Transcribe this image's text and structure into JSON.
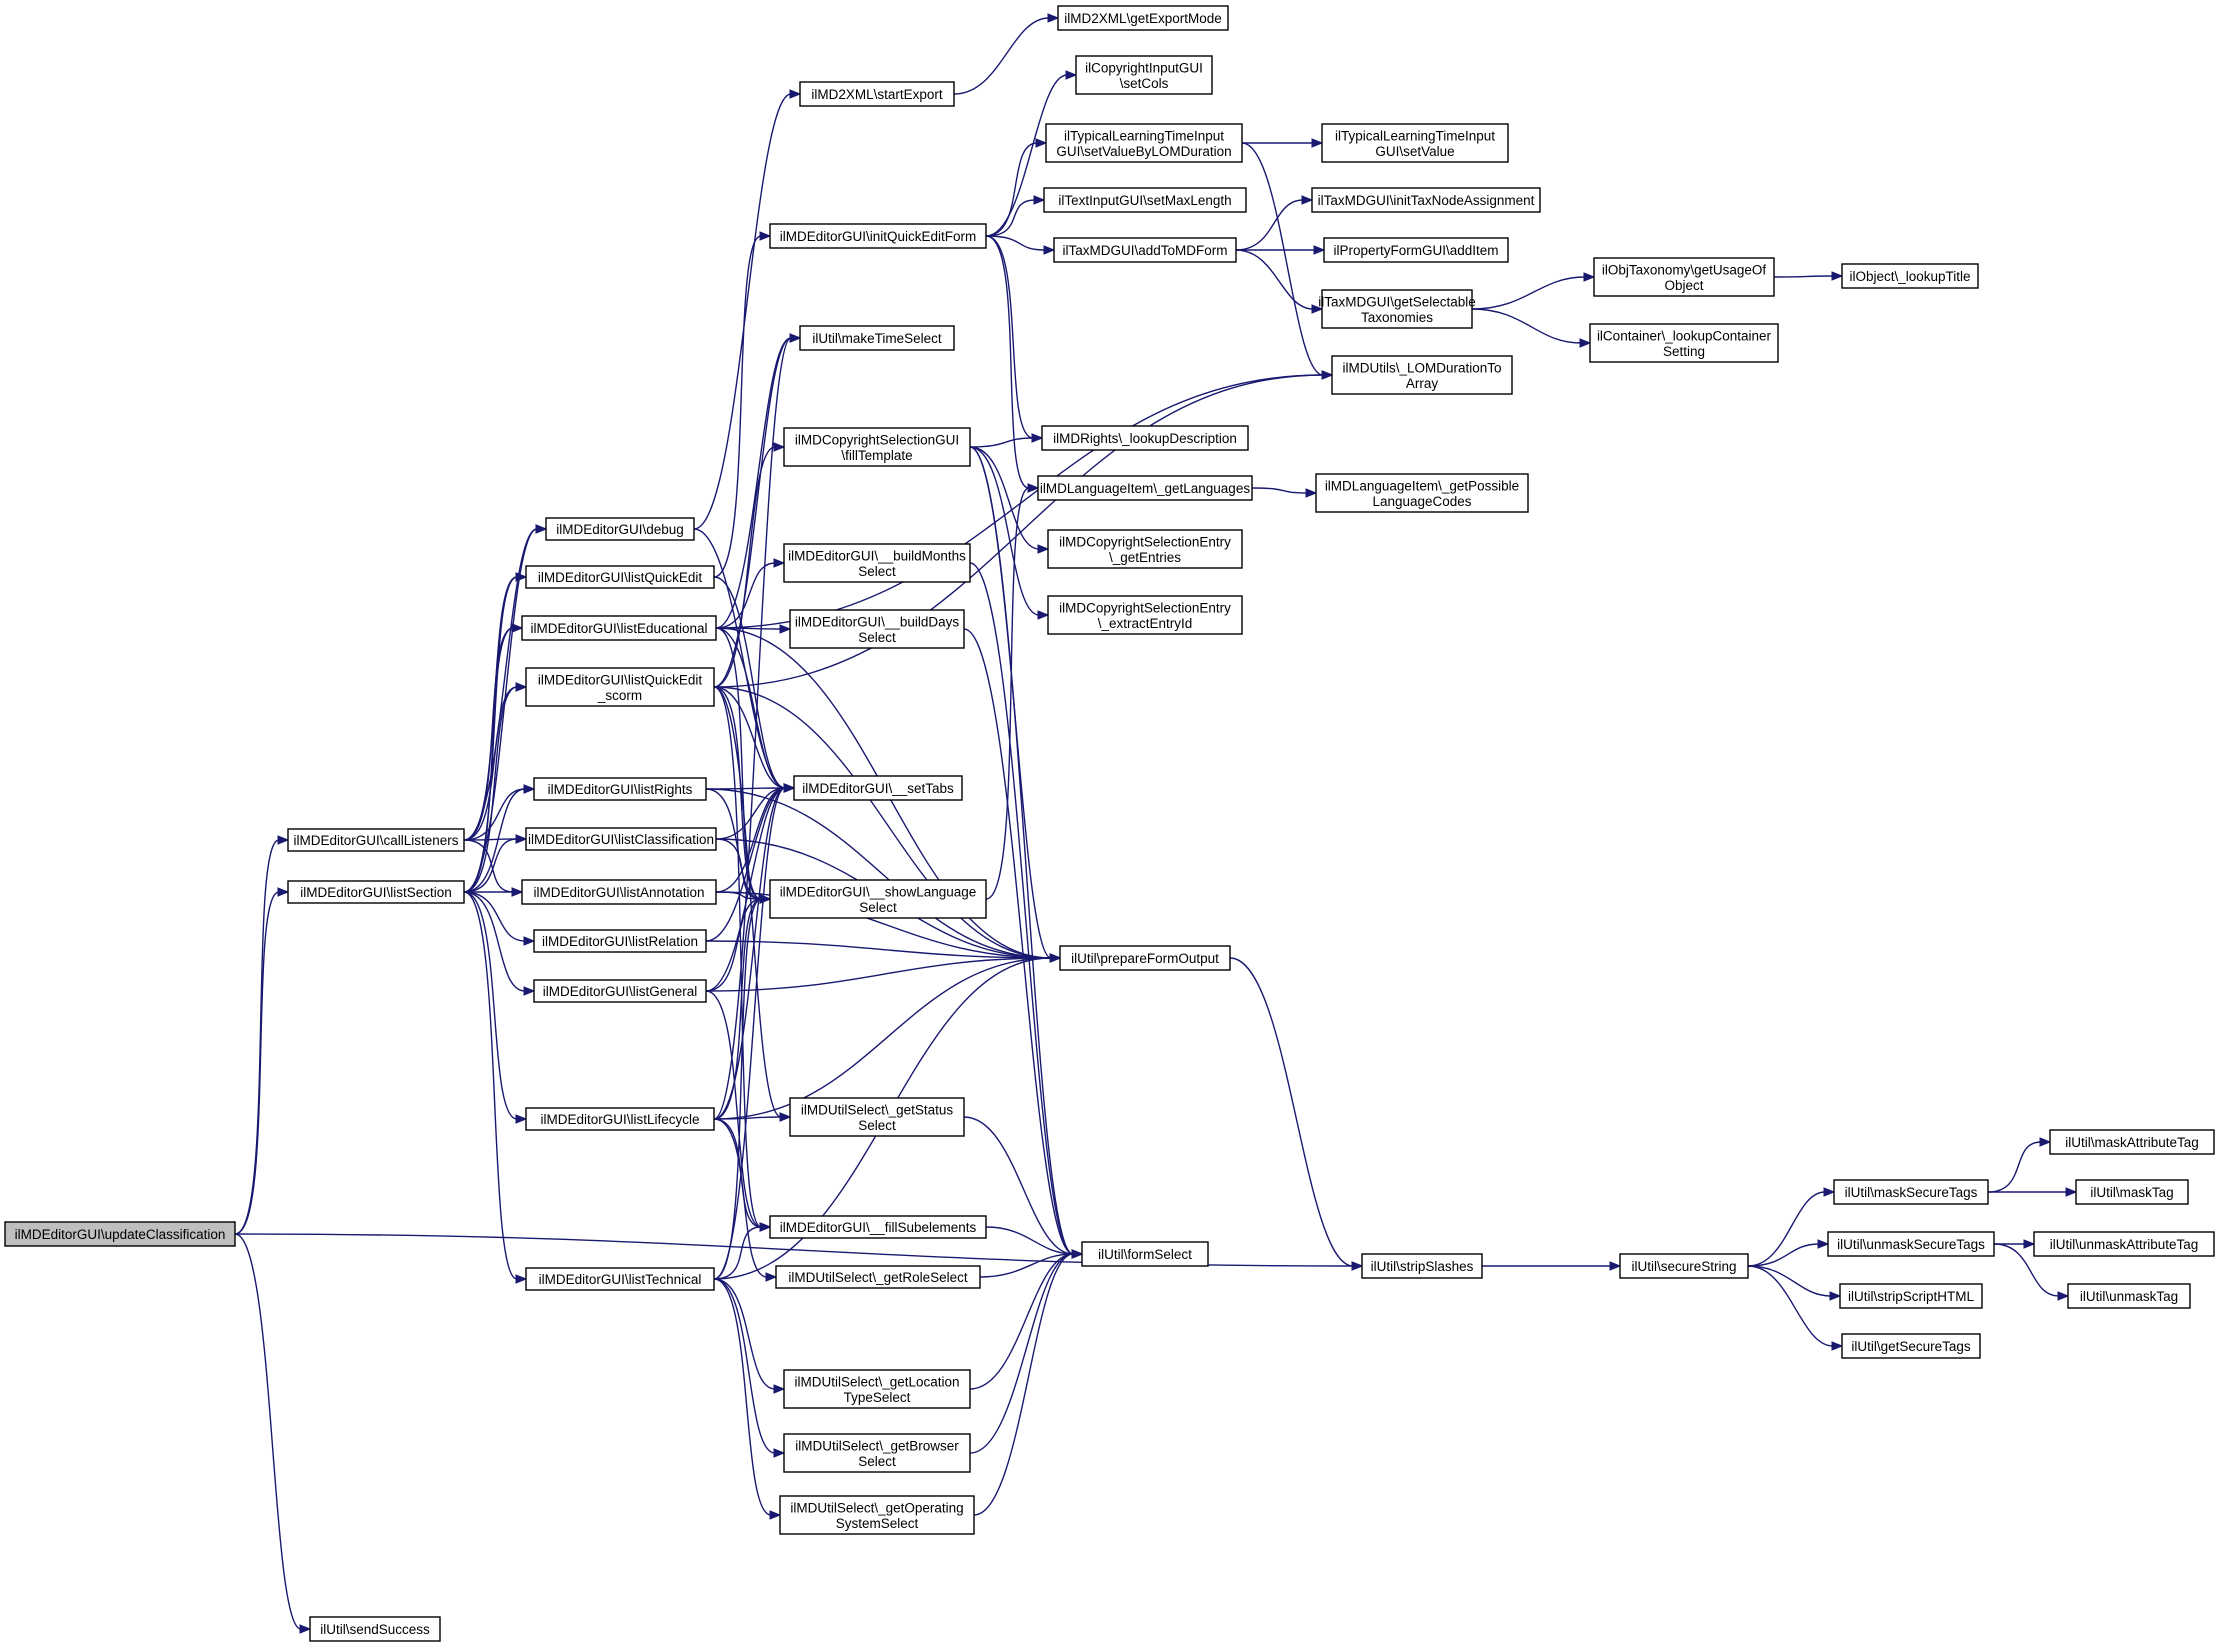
{
  "colors": {
    "edge": "#191970",
    "root_fill": "#bfbfbf",
    "node_fill": "#ffffff",
    "node_border": "#000000"
  },
  "nodes": {
    "updateClassification": {
      "lines": [
        "ilMDEditorGUI\\updateClassification"
      ],
      "root": true
    },
    "callListeners": {
      "lines": [
        "ilMDEditorGUI\\callListeners"
      ]
    },
    "listSection": {
      "lines": [
        "ilMDEditorGUI\\listSection"
      ]
    },
    "sendSuccess": {
      "lines": [
        "ilUtil\\sendSuccess"
      ]
    },
    "debug": {
      "lines": [
        "ilMDEditorGUI\\debug"
      ]
    },
    "listQuickEdit": {
      "lines": [
        "ilMDEditorGUI\\listQuickEdit"
      ]
    },
    "listEducational": {
      "lines": [
        "ilMDEditorGUI\\listEducational"
      ]
    },
    "listQuickEditScorm": {
      "lines": [
        "ilMDEditorGUI\\listQuickEdit",
        "_scorm"
      ]
    },
    "listRights": {
      "lines": [
        "ilMDEditorGUI\\listRights"
      ]
    },
    "listClassification": {
      "lines": [
        "ilMDEditorGUI\\listClassification"
      ]
    },
    "listAnnotation": {
      "lines": [
        "ilMDEditorGUI\\listAnnotation"
      ]
    },
    "listRelation": {
      "lines": [
        "ilMDEditorGUI\\listRelation"
      ]
    },
    "listGeneral": {
      "lines": [
        "ilMDEditorGUI\\listGeneral"
      ]
    },
    "listLifecycle": {
      "lines": [
        "ilMDEditorGUI\\listLifecycle"
      ]
    },
    "listTechnical": {
      "lines": [
        "ilMDEditorGUI\\listTechnical"
      ]
    },
    "startExport": {
      "lines": [
        "ilMD2XML\\startExport"
      ]
    },
    "initQuickEditForm": {
      "lines": [
        "ilMDEditorGUI\\initQuickEditForm"
      ]
    },
    "makeTimeSelect": {
      "lines": [
        "ilUtil\\makeTimeSelect"
      ]
    },
    "fillTemplate": {
      "lines": [
        "ilMDCopyrightSelectionGUI",
        "\\fillTemplate"
      ]
    },
    "buildMonthsSelect": {
      "lines": [
        "ilMDEditorGUI\\__buildMonths",
        "Select"
      ]
    },
    "buildDaysSelect": {
      "lines": [
        "ilMDEditorGUI\\__buildDays",
        "Select"
      ]
    },
    "setTabs": {
      "lines": [
        "ilMDEditorGUI\\__setTabs"
      ]
    },
    "showLanguageSelect": {
      "lines": [
        "ilMDEditorGUI\\__showLanguage",
        "Select"
      ]
    },
    "getStatusSelect": {
      "lines": [
        "ilMDUtilSelect\\_getStatus",
        "Select"
      ]
    },
    "fillSubelements": {
      "lines": [
        "ilMDEditorGUI\\__fillSubelements"
      ]
    },
    "getRoleSelect": {
      "lines": [
        "ilMDUtilSelect\\_getRoleSelect"
      ]
    },
    "getLocationTypeSelect": {
      "lines": [
        "ilMDUtilSelect\\_getLocation",
        "TypeSelect"
      ]
    },
    "getBrowserSelect": {
      "lines": [
        "ilMDUtilSelect\\_getBrowser",
        "Select"
      ]
    },
    "getOperatingSystemSelect": {
      "lines": [
        "ilMDUtilSelect\\_getOperating",
        "SystemSelect"
      ]
    },
    "getExportMode": {
      "lines": [
        "ilMD2XML\\getExportMode"
      ]
    },
    "setCols": {
      "lines": [
        "ilCopyrightInputGUI",
        "\\setCols"
      ]
    },
    "setValueByLOMDuration": {
      "lines": [
        "ilTypicalLearningTimeInput",
        "GUI\\setValueByLOMDuration"
      ]
    },
    "setMaxLength": {
      "lines": [
        "ilTextInputGUI\\setMaxLength"
      ]
    },
    "addToMDForm": {
      "lines": [
        "ilTaxMDGUI\\addToMDForm"
      ]
    },
    "lookupDescription": {
      "lines": [
        "ilMDRights\\_lookupDescription"
      ]
    },
    "getLanguages": {
      "lines": [
        "ilMDLanguageItem\\_getLanguages"
      ]
    },
    "getEntries": {
      "lines": [
        "ilMDCopyrightSelectionEntry",
        "\\_getEntries"
      ]
    },
    "extractEntryId": {
      "lines": [
        "ilMDCopyrightSelectionEntry",
        "\\_extractEntryId"
      ]
    },
    "prepareFormOutput": {
      "lines": [
        "ilUtil\\prepareFormOutput"
      ]
    },
    "formSelect": {
      "lines": [
        "ilUtil\\formSelect"
      ]
    },
    "setValue": {
      "lines": [
        "ilTypicalLearningTimeInput",
        "GUI\\setValue"
      ]
    },
    "initTaxNodeAssignment": {
      "lines": [
        "ilTaxMDGUI\\initTaxNodeAssignment"
      ]
    },
    "addItem": {
      "lines": [
        "ilPropertyFormGUI\\addItem"
      ]
    },
    "getSelectableTaxonomies": {
      "lines": [
        "ilTaxMDGUI\\getSelectable",
        "Taxonomies"
      ]
    },
    "LOMDurationToArray": {
      "lines": [
        "ilMDUtils\\_LOMDurationTo",
        "Array"
      ]
    },
    "getPossibleLanguageCodes": {
      "lines": [
        "ilMDLanguageItem\\_getPossible",
        "LanguageCodes"
      ]
    },
    "stripSlashes": {
      "lines": [
        "ilUtil\\stripSlashes"
      ]
    },
    "getUsageOfObject": {
      "lines": [
        "ilObjTaxonomy\\getUsageOf",
        "Object"
      ]
    },
    "lookupContainerSetting": {
      "lines": [
        "ilContainer\\_lookupContainer",
        "Setting"
      ]
    },
    "lookupTitle": {
      "lines": [
        "ilObject\\_lookupTitle"
      ]
    },
    "secureString": {
      "lines": [
        "ilUtil\\secureString"
      ]
    },
    "maskSecureTags": {
      "lines": [
        "ilUtil\\maskSecureTags"
      ]
    },
    "unmaskSecureTags": {
      "lines": [
        "ilUtil\\unmaskSecureTags"
      ]
    },
    "stripScriptHTML": {
      "lines": [
        "ilUtil\\stripScriptHTML"
      ]
    },
    "getSecureTags": {
      "lines": [
        "ilUtil\\getSecureTags"
      ]
    },
    "maskAttributeTag": {
      "lines": [
        "ilUtil\\maskAttributeTag"
      ]
    },
    "maskTag": {
      "lines": [
        "ilUtil\\maskTag"
      ]
    },
    "unmaskAttributeTag": {
      "lines": [
        "ilUtil\\unmaskAttributeTag"
      ]
    },
    "unmaskTag": {
      "lines": [
        "ilUtil\\unmaskTag"
      ]
    }
  },
  "edges": [
    [
      "updateClassification",
      "callListeners"
    ],
    [
      "updateClassification",
      "listSection"
    ],
    [
      "updateClassification",
      "sendSuccess"
    ],
    [
      "updateClassification",
      "stripSlashes"
    ],
    [
      "callListeners",
      "debug"
    ],
    [
      "callListeners",
      "listQuickEdit"
    ],
    [
      "callListeners",
      "listEducational"
    ],
    [
      "callListeners",
      "listQuickEditScorm"
    ],
    [
      "callListeners",
      "listRights"
    ],
    [
      "callListeners",
      "listClassification"
    ],
    [
      "callListeners",
      "listAnnotation"
    ],
    [
      "listSection",
      "debug"
    ],
    [
      "listSection",
      "listQuickEdit"
    ],
    [
      "listSection",
      "listEducational"
    ],
    [
      "listSection",
      "listQuickEditScorm"
    ],
    [
      "listSection",
      "listRights"
    ],
    [
      "listSection",
      "listClassification"
    ],
    [
      "listSection",
      "listAnnotation"
    ],
    [
      "listSection",
      "listRelation"
    ],
    [
      "listSection",
      "listGeneral"
    ],
    [
      "listSection",
      "listLifecycle"
    ],
    [
      "listSection",
      "listTechnical"
    ],
    [
      "debug",
      "startExport"
    ],
    [
      "debug",
      "setTabs"
    ],
    [
      "listQuickEdit",
      "initQuickEditForm"
    ],
    [
      "listQuickEdit",
      "setTabs"
    ],
    [
      "listEducational",
      "makeTimeSelect"
    ],
    [
      "listEducational",
      "buildMonthsSelect"
    ],
    [
      "listEducational",
      "buildDaysSelect"
    ],
    [
      "listEducational",
      "setTabs"
    ],
    [
      "listEducational",
      "showLanguageSelect"
    ],
    [
      "listEducational",
      "LOMDurationToArray"
    ],
    [
      "listEducational",
      "prepareFormOutput"
    ],
    [
      "listQuickEditScorm",
      "makeTimeSelect"
    ],
    [
      "listQuickEditScorm",
      "fillTemplate"
    ],
    [
      "listQuickEditScorm",
      "setTabs"
    ],
    [
      "listQuickEditScorm",
      "showLanguageSelect"
    ],
    [
      "listQuickEditScorm",
      "LOMDurationToArray"
    ],
    [
      "listQuickEditScorm",
      "prepareFormOutput"
    ],
    [
      "listQuickEditScorm",
      "getStatusSelect"
    ],
    [
      "listQuickEditScorm",
      "fillSubelements"
    ],
    [
      "listRights",
      "setTabs"
    ],
    [
      "listRights",
      "showLanguageSelect"
    ],
    [
      "listRights",
      "prepareFormOutput"
    ],
    [
      "listClassification",
      "setTabs"
    ],
    [
      "listClassification",
      "showLanguageSelect"
    ],
    [
      "listClassification",
      "prepareFormOutput"
    ],
    [
      "listAnnotation",
      "setTabs"
    ],
    [
      "listAnnotation",
      "showLanguageSelect"
    ],
    [
      "listAnnotation",
      "prepareFormOutput"
    ],
    [
      "listRelation",
      "setTabs"
    ],
    [
      "listRelation",
      "prepareFormOutput"
    ],
    [
      "listGeneral",
      "setTabs"
    ],
    [
      "listGeneral",
      "showLanguageSelect"
    ],
    [
      "listGeneral",
      "prepareFormOutput"
    ],
    [
      "listGeneral",
      "fillSubelements"
    ],
    [
      "listLifecycle",
      "setTabs"
    ],
    [
      "listLifecycle",
      "showLanguageSelect"
    ],
    [
      "listLifecycle",
      "getStatusSelect"
    ],
    [
      "listLifecycle",
      "fillSubelements"
    ],
    [
      "listLifecycle",
      "getRoleSelect"
    ],
    [
      "listLifecycle",
      "prepareFormOutput"
    ],
    [
      "listLifecycle",
      "makeTimeSelect"
    ],
    [
      "listTechnical",
      "setTabs"
    ],
    [
      "listTechnical",
      "showLanguageSelect"
    ],
    [
      "listTechnical",
      "fillSubelements"
    ],
    [
      "listTechnical",
      "getLocationTypeSelect"
    ],
    [
      "listTechnical",
      "getBrowserSelect"
    ],
    [
      "listTechnical",
      "getOperatingSystemSelect"
    ],
    [
      "listTechnical",
      "prepareFormOutput"
    ],
    [
      "startExport",
      "getExportMode"
    ],
    [
      "initQuickEditForm",
      "setCols"
    ],
    [
      "initQuickEditForm",
      "setValueByLOMDuration"
    ],
    [
      "initQuickEditForm",
      "setMaxLength"
    ],
    [
      "initQuickEditForm",
      "addToMDForm"
    ],
    [
      "initQuickEditForm",
      "lookupDescription"
    ],
    [
      "initQuickEditForm",
      "getLanguages"
    ],
    [
      "fillTemplate",
      "lookupDescription"
    ],
    [
      "fillTemplate",
      "getEntries"
    ],
    [
      "fillTemplate",
      "extractEntryId"
    ],
    [
      "fillTemplate",
      "prepareFormOutput"
    ],
    [
      "fillTemplate",
      "formSelect"
    ],
    [
      "buildMonthsSelect",
      "formSelect"
    ],
    [
      "buildDaysSelect",
      "formSelect"
    ],
    [
      "showLanguageSelect",
      "getLanguages"
    ],
    [
      "getStatusSelect",
      "formSelect"
    ],
    [
      "fillSubelements",
      "formSelect"
    ],
    [
      "getRoleSelect",
      "formSelect"
    ],
    [
      "getLocationTypeSelect",
      "formSelect"
    ],
    [
      "getBrowserSelect",
      "formSelect"
    ],
    [
      "getOperatingSystemSelect",
      "formSelect"
    ],
    [
      "setValueByLOMDuration",
      "setValue"
    ],
    [
      "setValueByLOMDuration",
      "LOMDurationToArray"
    ],
    [
      "addToMDForm",
      "initTaxNodeAssignment"
    ],
    [
      "addToMDForm",
      "addItem"
    ],
    [
      "addToMDForm",
      "getSelectableTaxonomies"
    ],
    [
      "getSelectableTaxonomies",
      "getUsageOfObject"
    ],
    [
      "getSelectableTaxonomies",
      "lookupContainerSetting"
    ],
    [
      "getUsageOfObject",
      "lookupTitle"
    ],
    [
      "getLanguages",
      "getPossibleLanguageCodes"
    ],
    [
      "prepareFormOutput",
      "stripSlashes"
    ],
    [
      "stripSlashes",
      "secureString"
    ],
    [
      "secureString",
      "maskSecureTags"
    ],
    [
      "secureString",
      "unmaskSecureTags"
    ],
    [
      "secureString",
      "stripScriptHTML"
    ],
    [
      "secureString",
      "getSecureTags"
    ],
    [
      "maskSecureTags",
      "maskAttributeTag"
    ],
    [
      "maskSecureTags",
      "maskTag"
    ],
    [
      "unmaskSecureTags",
      "unmaskAttributeTag"
    ],
    [
      "unmaskSecureTags",
      "unmaskTag"
    ]
  ]
}
